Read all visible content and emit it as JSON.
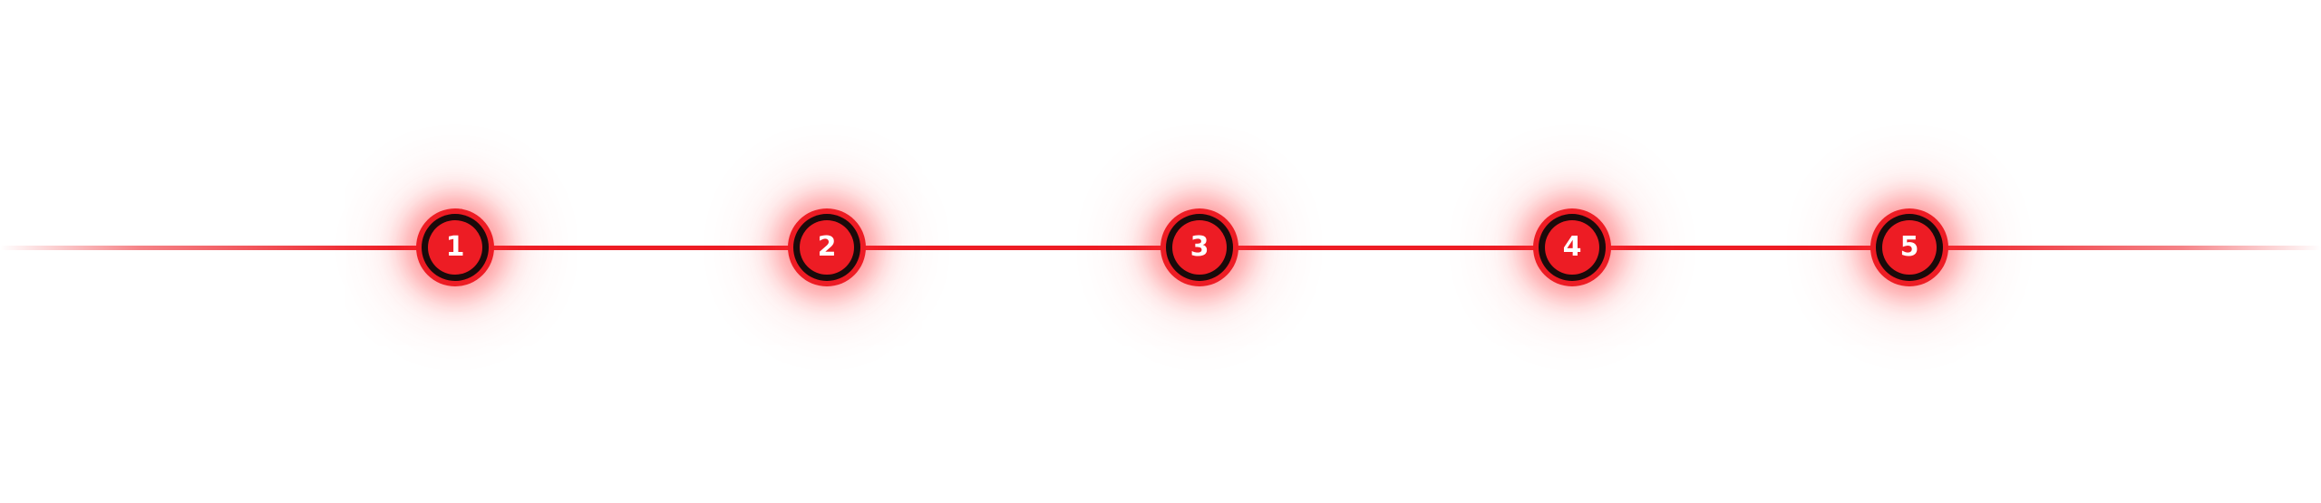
{
  "timeline": {
    "accent_color": "#ed1c24",
    "ring_color": "#1a0a0a",
    "steps": [
      {
        "label": "1"
      },
      {
        "label": "2"
      },
      {
        "label": "3"
      },
      {
        "label": "4"
      },
      {
        "label": "5"
      }
    ]
  }
}
